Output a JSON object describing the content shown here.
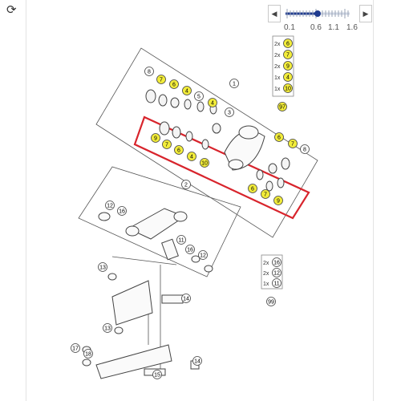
{
  "toolbar": {
    "refresh_icon": "refresh-icon",
    "zoom": {
      "left_icon": "◀",
      "right_icon": "▶",
      "value": 0.6,
      "tick_labels": [
        "0.1",
        "0.6",
        "1.1",
        "1.6"
      ]
    }
  },
  "diagram": {
    "group1_callout": "1",
    "group2_callout": "2",
    "group1_labels": [
      "8",
      "7",
      "6",
      "4",
      "5",
      "4",
      "3",
      "9",
      "7",
      "6",
      "4",
      "10",
      "6",
      "7",
      "8",
      "6",
      "7",
      "9"
    ],
    "group2_labels": [
      "12",
      "16",
      "11",
      "16",
      "12"
    ],
    "group3_labels": [
      "13",
      "14",
      "13",
      "17",
      "18",
      "14",
      "15"
    ],
    "kit1_list": [
      {
        "qty": "2x",
        "num": "6"
      },
      {
        "qty": "2x",
        "num": "7"
      },
      {
        "qty": "2x",
        "num": "9"
      },
      {
        "qty": "1x",
        "num": "4"
      },
      {
        "qty": "1x",
        "num": "10"
      }
    ],
    "kit1_number": "97",
    "kit2_list": [
      {
        "qty": "2x",
        "num": "16"
      },
      {
        "qty": "2x",
        "num": "12"
      },
      {
        "qty": "1x",
        "num": "11"
      }
    ],
    "kit2_number": "99"
  },
  "colors": {
    "highlight_yellow": "#f2ec3a",
    "selection_red": "#d8242c",
    "line": "#666666"
  }
}
